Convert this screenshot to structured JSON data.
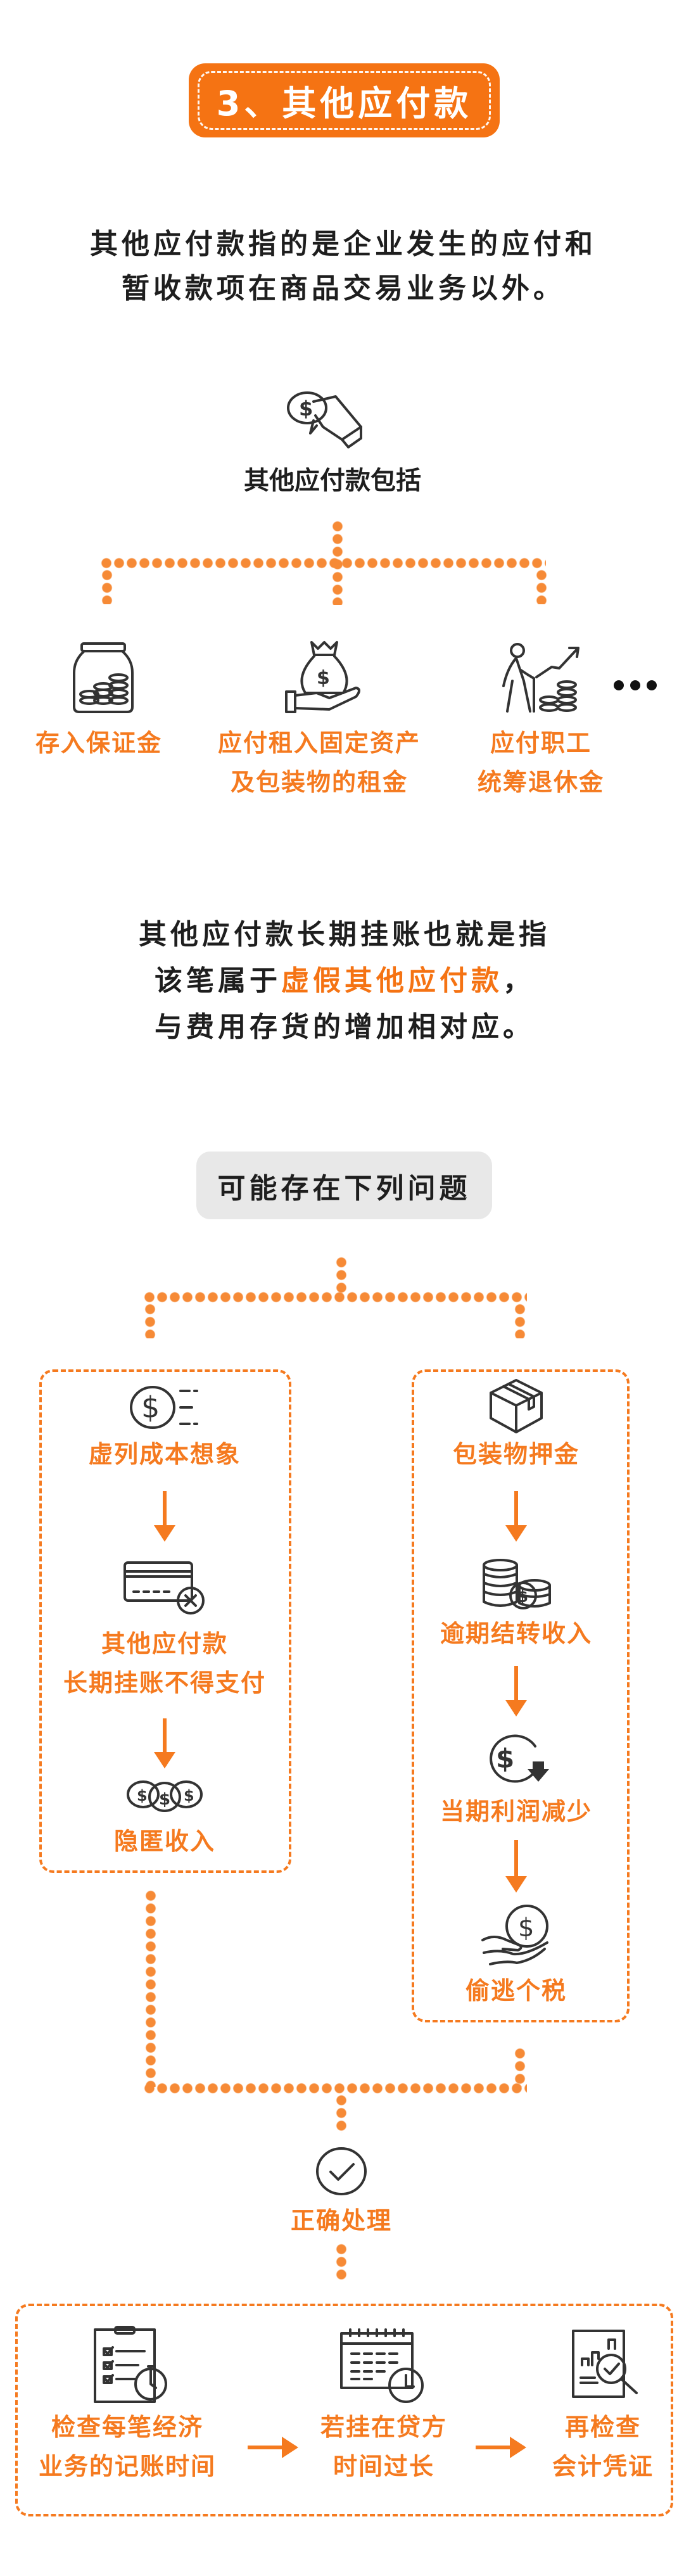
{
  "title": "3、其他应付款",
  "intro": {
    "line1": "其他应付款指的是企业发生的应付和",
    "line2": "暂收款项在商品交易业务以外。"
  },
  "includes": {
    "heading": "其他应付款包括",
    "items": [
      {
        "line1": "存入保证金",
        "icon": "coin-jar-icon"
      },
      {
        "line1": "应付租入固定资产",
        "line2": "及包装物的租金",
        "icon": "money-bag-hand-icon"
      },
      {
        "line1": "应付职工",
        "line2": "统筹退休金",
        "icon": "elderly-coins-growth-icon"
      }
    ],
    "more_icon": "more-dots-icon"
  },
  "explanation": {
    "line1": "其他应付款长期挂账也就是指",
    "line2_prefix": "该笔属于",
    "line2_highlight": "虚假其他应付款",
    "line2_suffix": "，",
    "line3": "与费用存货的增加相对应。"
  },
  "problems": {
    "heading": "可能存在下列问题",
    "left": [
      {
        "label": "虚列成本想象",
        "icon": "dollar-coin-speed-icon"
      },
      {
        "line1": "其他应付款",
        "line2": "长期挂账不得支付",
        "icon": "card-declined-icon"
      },
      {
        "label": "隐匿收入",
        "icon": "coins-icon"
      }
    ],
    "right": [
      {
        "label": "包装物押金",
        "icon": "package-box-icon"
      },
      {
        "label": "逾期结转收入",
        "icon": "coin-stack-icon"
      },
      {
        "label": "当期利润减少",
        "icon": "dollar-decrease-icon"
      },
      {
        "label": "偷逃个税",
        "icon": "hand-coin-icon"
      }
    ]
  },
  "solution": {
    "heading": "正确处理",
    "steps": [
      {
        "line1": "检查每笔经济",
        "line2": "业务的记账时间",
        "icon": "checklist-stopwatch-icon"
      },
      {
        "line1": "若挂在贷方",
        "line2": "时间过长",
        "icon": "calendar-clock-icon"
      },
      {
        "line1": "再检查",
        "line2": "会计凭证",
        "icon": "report-magnifier-icon"
      }
    ]
  },
  "colors": {
    "accent": "#F57313",
    "connector": "#F68A36",
    "text": "#1e1e1e",
    "grey_box": "#e8e8e8"
  }
}
